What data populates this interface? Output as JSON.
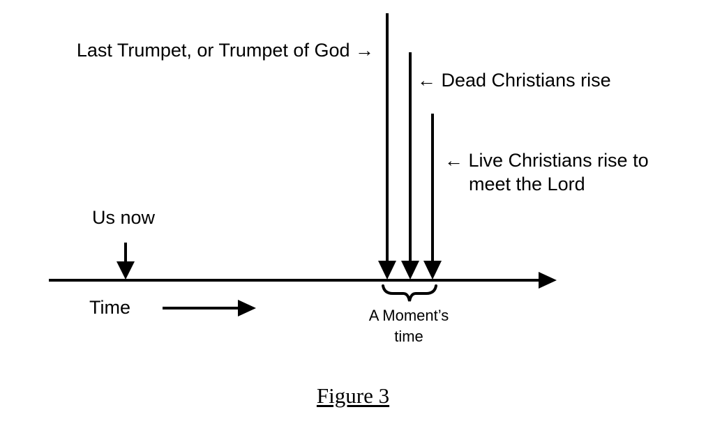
{
  "labels": {
    "trumpet": "Last Trumpet, or Trumpet of God →",
    "dead": "← Dead Christians rise",
    "live_line1": "← Live Christians rise to",
    "live_line2": "meet the Lord",
    "us_now": "Us now",
    "time": "Time",
    "moment_line1": "A Moment’s",
    "moment_line2": "time"
  },
  "caption": "Figure 3",
  "colors": {
    "ink": "#000000",
    "background": "#ffffff"
  }
}
